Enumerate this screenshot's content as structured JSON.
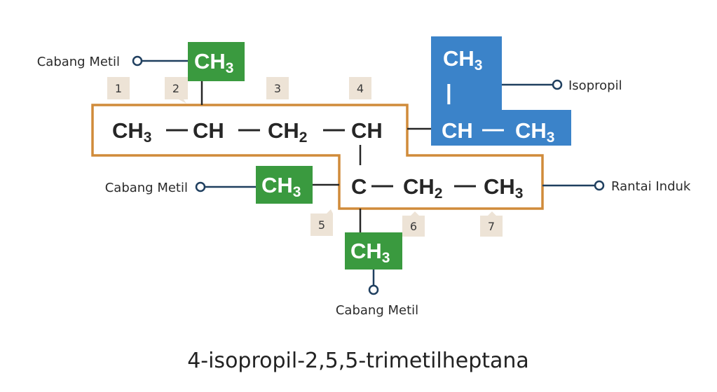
{
  "colors": {
    "parent_chain": "#d08b3a",
    "methyl": "#3a9a3f",
    "isopropyl": "#3b83c9",
    "connector": "#1f3f5f",
    "badge": "#ede3d6"
  },
  "labels": {
    "methyl_left_top": "Cabang Metil",
    "methyl_left_mid": "Cabang Metil",
    "methyl_bottom": "Cabang Metil",
    "isopropyl": "Isopropil",
    "parent": "Rantai Induk"
  },
  "numbers": [
    "1",
    "2",
    "3",
    "4",
    "5",
    "6",
    "7"
  ],
  "main": {
    "ch3_a": "CH",
    "ch3_a_sub": "3",
    "ch_a": "CH",
    "ch2_a": "CH",
    "ch2_a_sub": "2",
    "ch_b": "CH",
    "c": "C",
    "ch2_b": "CH",
    "ch2_b_sub": "2",
    "ch3_b": "CH",
    "ch3_b_sub": "3",
    "dash": "—"
  },
  "groups": {
    "methyl_top": "CH",
    "methyl_top_sub": "3",
    "methyl_mid": "CH",
    "methyl_mid_sub": "3",
    "methyl_bottom": "CH",
    "methyl_bottom_sub": "3",
    "iso_top": "CH",
    "iso_top_sub": "3",
    "iso_bar": "|",
    "iso_ch": "CH",
    "iso_dash": "—",
    "iso_ch3": "CH",
    "iso_ch3_sub": "3"
  },
  "title": "4-isopropil-2,5,5-trimetilheptana"
}
